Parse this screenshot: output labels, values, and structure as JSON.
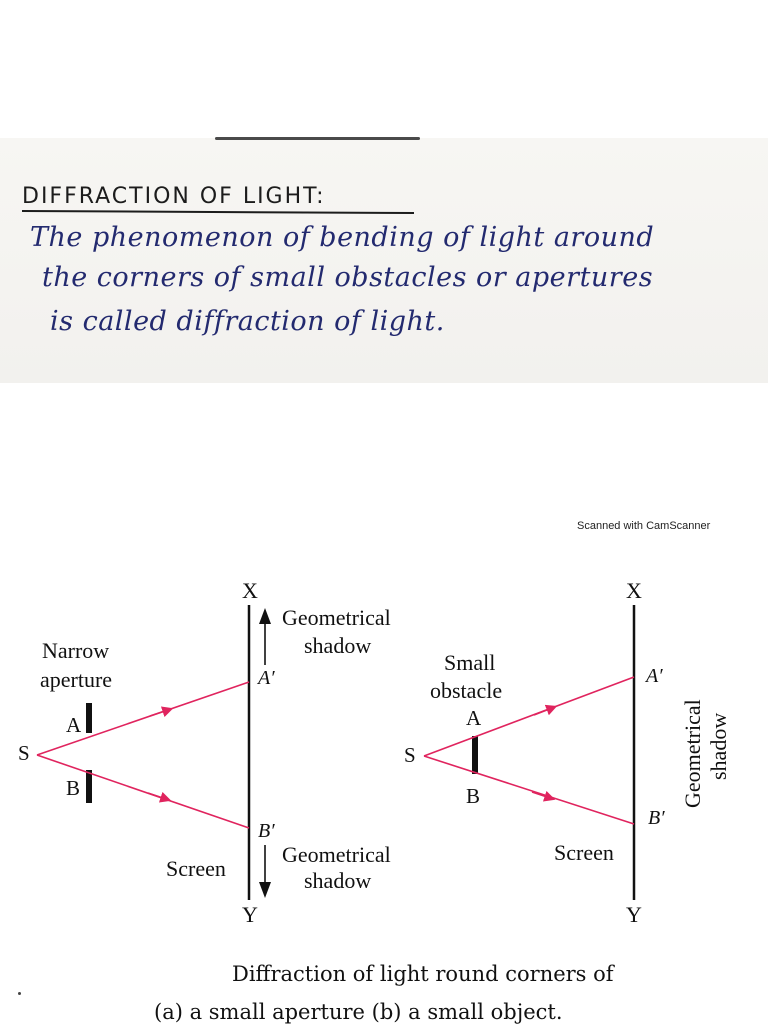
{
  "notes": {
    "heading": "DIFFRACTION OF LIGHT:",
    "lines": [
      "The phenomenon of bending of light around",
      "the corners of small obstacles or apertures",
      "is called diffraction of light."
    ],
    "ink_color": "#232a6f"
  },
  "scanner_mark": "Scanned with CamScanner",
  "diagram_a": {
    "screen_top": "X",
    "screen_bottom": "Y",
    "source": "S",
    "edge_top": "A",
    "edge_bottom": "B",
    "image_top": "A′",
    "image_bottom": "B′",
    "aperture_label_1": "Narrow",
    "aperture_label_2": "aperture",
    "shadow_top_1": "Geometrical",
    "shadow_top_2": "shadow",
    "shadow_bottom_1": "Geometrical",
    "shadow_bottom_2": "shadow",
    "screen_label": "Screen"
  },
  "diagram_b": {
    "screen_top": "X",
    "screen_bottom": "Y",
    "source": "S",
    "edge_top": "A",
    "edge_bottom": "B",
    "image_top": "A′",
    "image_bottom": "B′",
    "obstacle_label_1": "Small",
    "obstacle_label_2": "obstacle",
    "shadow_1": "Geometrical",
    "shadow_2": "shadow",
    "screen_label": "Screen"
  },
  "ray_color": "#e0245e",
  "caption": {
    "line1": "Diffraction of light round corners of",
    "line2": "(a) a small aperture (b) a small object."
  }
}
